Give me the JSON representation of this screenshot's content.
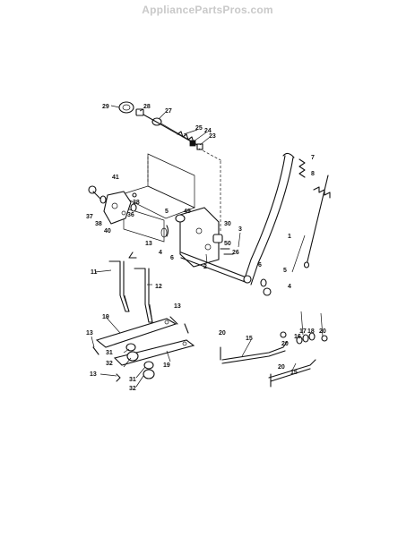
{
  "watermark": "AppliancePartsPros.com",
  "callouts": {
    "c1": "1",
    "c2": "2",
    "c3": "3",
    "c4a": "4",
    "c4b": "4",
    "c5a": "5",
    "c5b": "5",
    "c6a": "6",
    "c6b": "6",
    "c7": "7",
    "c8": "8",
    "c11": "11",
    "c12": "12",
    "c13a": "13",
    "c13b": "13",
    "c13c": "13",
    "c13d": "13",
    "c15a": "15",
    "c15b": "15",
    "c16": "16",
    "c17": "17",
    "c18": "18",
    "c19a": "19",
    "c19b": "19",
    "c20a": "20",
    "c20b": "20",
    "c20c": "20",
    "c20d": "20",
    "c23": "23",
    "c24": "24",
    "c25": "25",
    "c26": "26",
    "c27": "27",
    "c28": "28",
    "c29": "29",
    "c30": "30",
    "c31a": "31",
    "c31b": "31",
    "c32a": "32",
    "c32b": "32",
    "c36": "36",
    "c37": "37",
    "c38a": "38",
    "c38b": "38",
    "c40": "40",
    "c41": "41",
    "c49": "49",
    "c50": "50"
  }
}
